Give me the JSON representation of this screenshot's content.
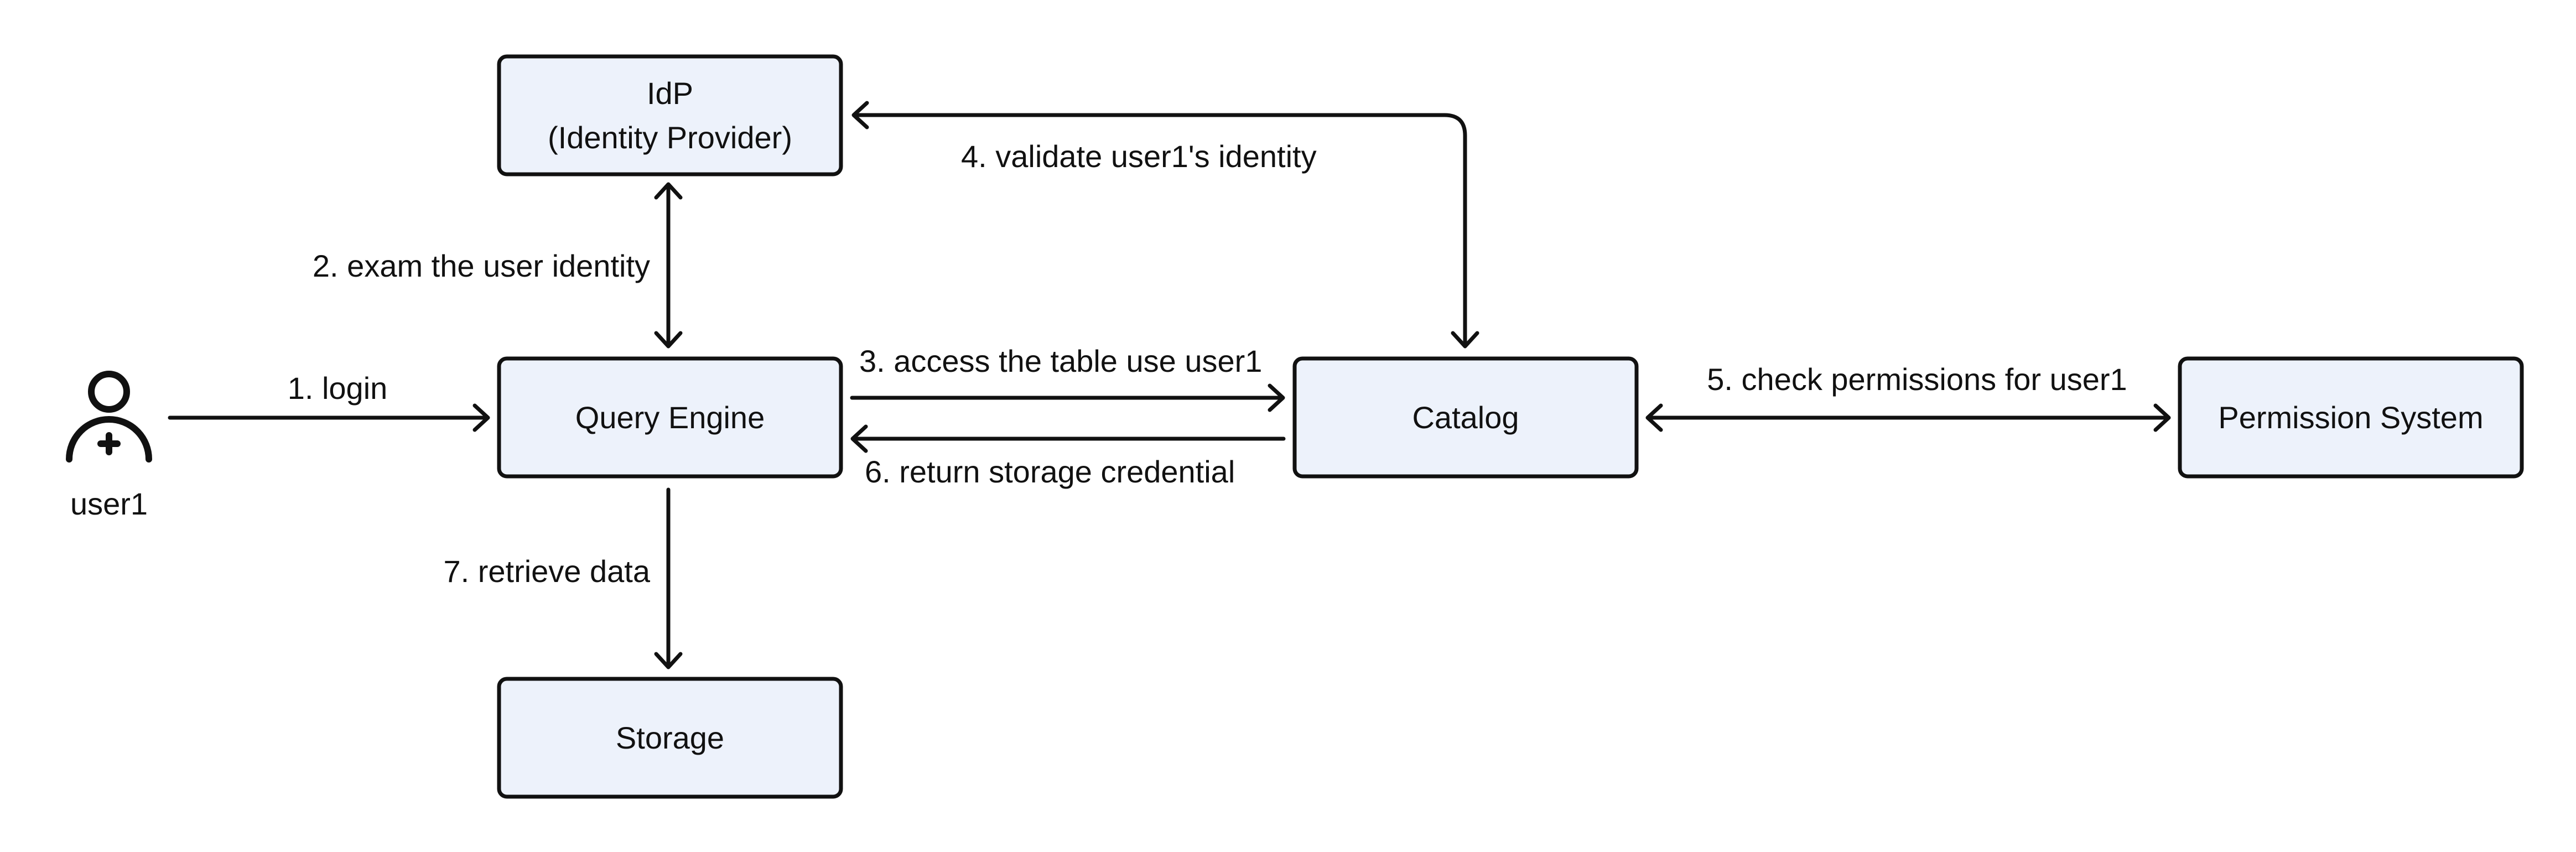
{
  "diagram": {
    "actor": {
      "label": "user1",
      "icon": "user-add-icon"
    },
    "nodes": {
      "idp": {
        "line1": "IdP",
        "line2": "(Identity Provider)"
      },
      "query_engine": {
        "label": "Query Engine"
      },
      "catalog": {
        "label": "Catalog"
      },
      "permission_system": {
        "label": "Permission System"
      },
      "storage": {
        "label": "Storage"
      }
    },
    "edges": {
      "login": "1. login",
      "exam_identity": "2. exam the user identity",
      "access_table": "3. access the table use user1",
      "validate_identity": "4. validate user1's identity",
      "check_permissions": "5. check permissions for user1",
      "return_credential": "6. return storage credential",
      "retrieve_data": "7. retrieve data"
    },
    "colors": {
      "node_fill": "#edf2fb",
      "stroke": "#111111",
      "background": "#ffffff"
    }
  }
}
